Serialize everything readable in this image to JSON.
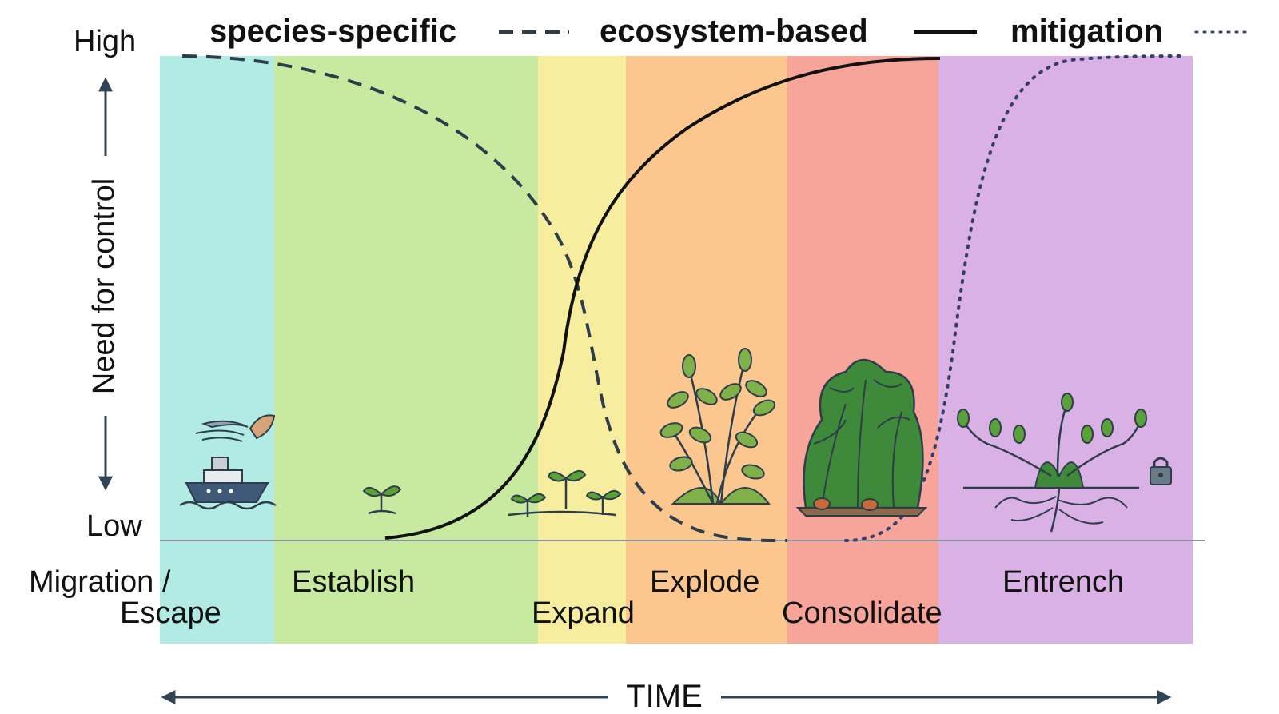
{
  "legend": {
    "species_specific": "species-specific",
    "ecosystem_based": "ecosystem-based",
    "mitigation": "mitigation"
  },
  "y_axis": {
    "high": "High",
    "low": "Low",
    "label": "Need for control"
  },
  "stages": [
    {
      "label_line1": "Migration /",
      "label_line2": "Escape",
      "color": "#b2ebe4"
    },
    {
      "label": "Establish",
      "color": "#c8e9a0"
    },
    {
      "label": "Expand",
      "color": "#f6ee9e"
    },
    {
      "label": "Explode",
      "color": "#fbc78e"
    },
    {
      "label": "Consolidate",
      "color": "#f7a49a"
    },
    {
      "label": "Entrench",
      "color": "#d9b1e5"
    }
  ],
  "x_axis": {
    "label": "TIME"
  },
  "icons": [
    "ship-icon",
    "seedling-icon",
    "sprouts-icon",
    "leafy-plant-icon",
    "dense-shrub-icon",
    "rooted-plant-icon",
    "lock-icon"
  ]
}
